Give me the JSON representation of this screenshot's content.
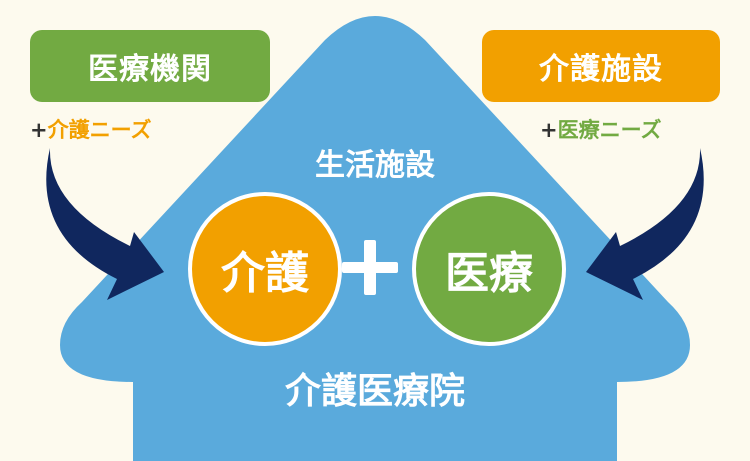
{
  "colors": {
    "background": "#fdfaee",
    "house": "#5aaadc",
    "green": "#72aa42",
    "orange": "#f2a000",
    "arrow": "#10275e",
    "white": "#ffffff"
  },
  "left_box": {
    "label": "医療機関",
    "sub_plus": "+",
    "sub_text": "介護ニーズ"
  },
  "right_box": {
    "label": "介護施設",
    "sub_plus": "+",
    "sub_text": "医療ニーズ"
  },
  "house": {
    "top_label": "生活施設",
    "left_circle": "介護",
    "right_circle": "医療",
    "operator": "+",
    "bottom_label": "介護医療院"
  },
  "icons": [
    "left-curved-arrow-icon",
    "right-curved-arrow-icon"
  ]
}
